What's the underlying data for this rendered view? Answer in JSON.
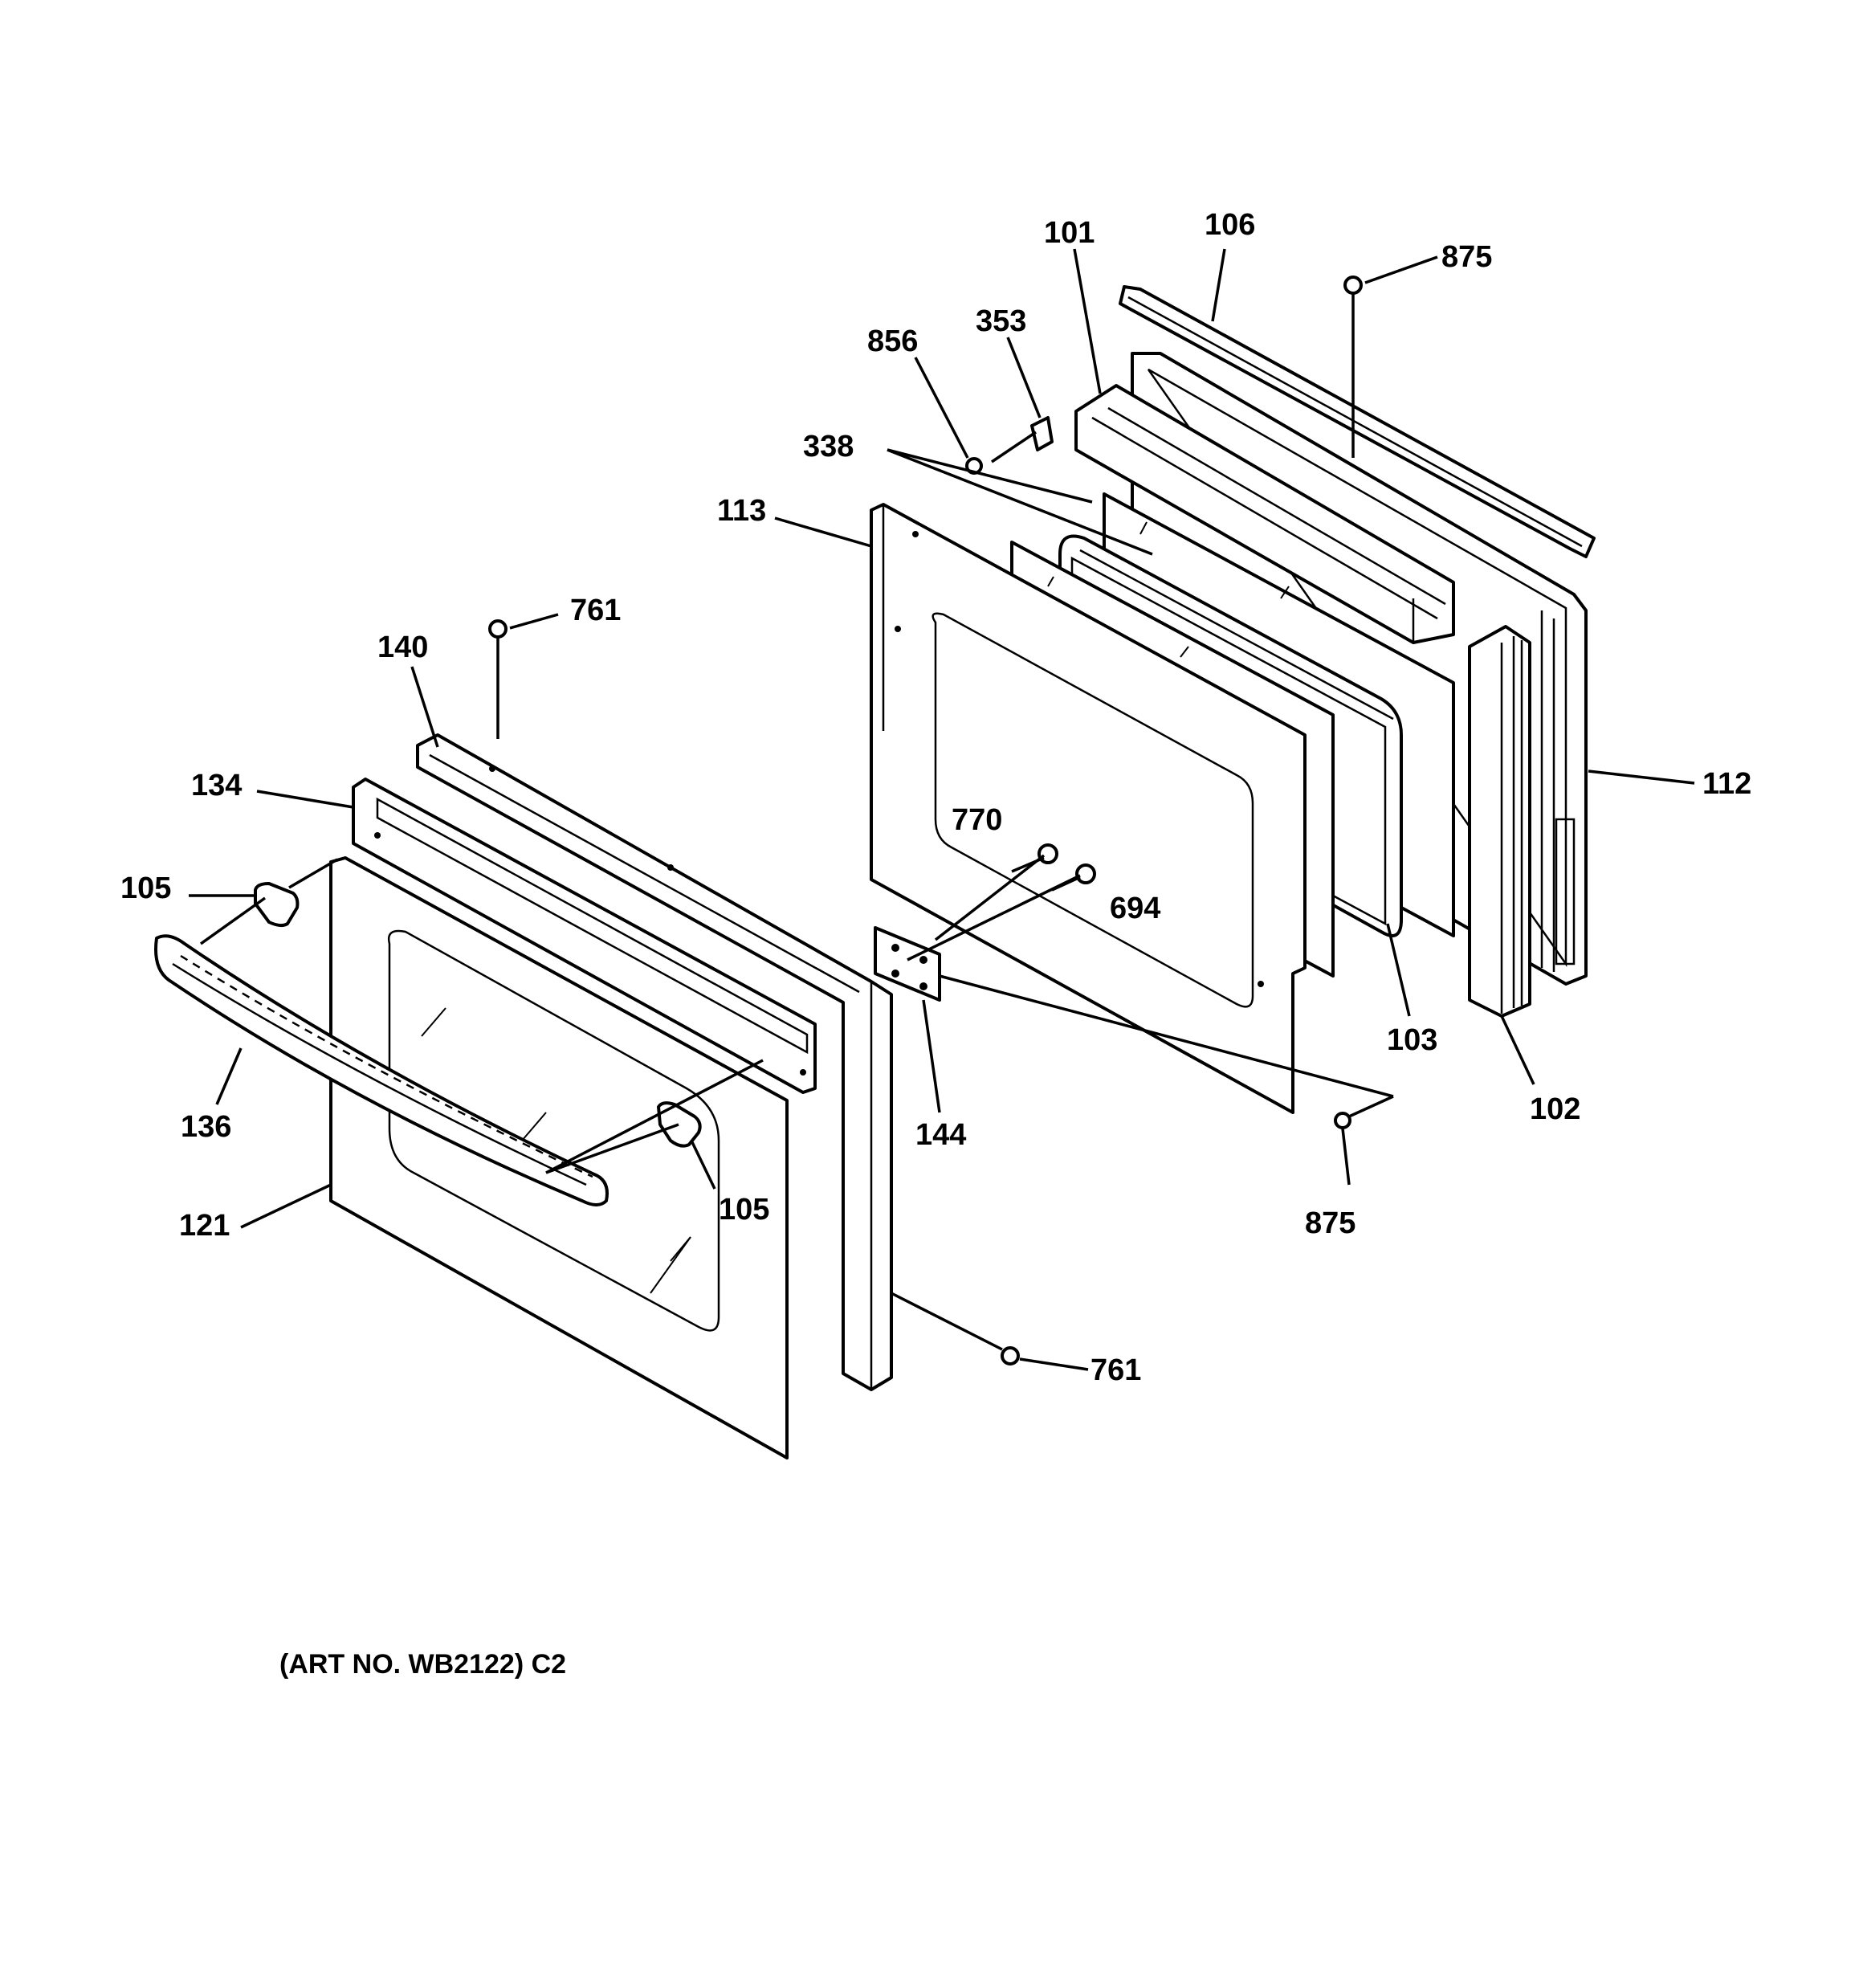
{
  "diagram": {
    "callouts": {
      "c101": "101",
      "c106": "106",
      "c875_top": "875",
      "c856": "856",
      "c353": "353",
      "c338": "338",
      "c113": "113",
      "c761_top": "761",
      "c140": "140",
      "c134": "134",
      "c105_left": "105",
      "c112": "112",
      "c770": "770",
      "c694": "694",
      "c103": "103",
      "c144": "144",
      "c136": "136",
      "c102": "102",
      "c105_right": "105",
      "c121": "121",
      "c875_bottom": "875",
      "c761_bottom": "761"
    },
    "art_number": "(ART NO. WB2122) C2"
  }
}
